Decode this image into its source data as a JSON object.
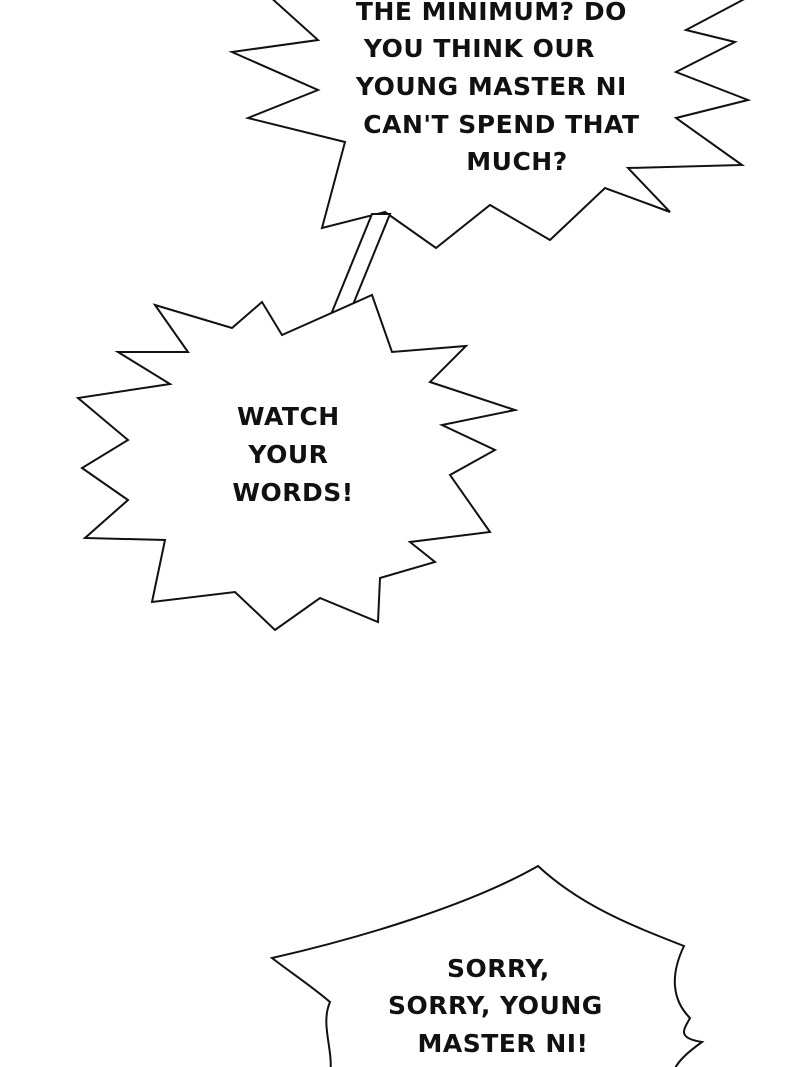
{
  "panel": {
    "background_color": "#ffffff",
    "ink_color": "#111111"
  },
  "bubbles": [
    {
      "style": "spiky-shout",
      "lines": [
        "THE MINIMUM? DO",
        "YOU THINK OUR",
        "YOUNG MASTER NI",
        "CAN'T SPEND THAT",
        "MUCH?"
      ]
    },
    {
      "style": "spiky-shout",
      "lines": [
        "WATCH",
        "YOUR",
        "WORDS!"
      ]
    },
    {
      "style": "wavy-speech",
      "lines": [
        "SORRY,",
        "SORRY, YOUNG",
        "MASTER NI!"
      ]
    }
  ]
}
